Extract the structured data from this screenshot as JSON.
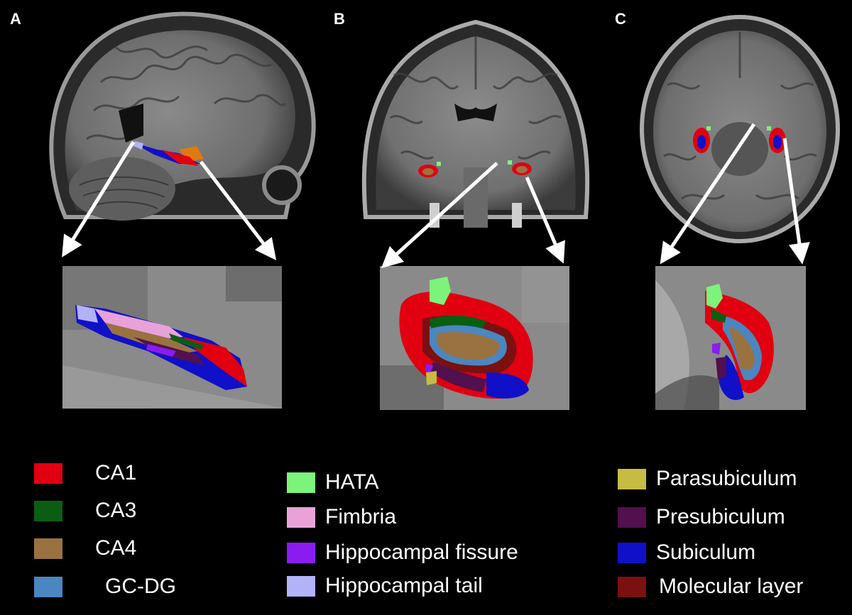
{
  "panels": [
    {
      "letter": "A",
      "view": "sagittal"
    },
    {
      "letter": "B",
      "view": "coronal"
    },
    {
      "letter": "C",
      "view": "axial"
    }
  ],
  "legend": [
    {
      "label": "CA1",
      "color": "#e00010"
    },
    {
      "label": "CA3",
      "color": "#0a5e12"
    },
    {
      "label": "CA4",
      "color": "#9a7240"
    },
    {
      "label": "GC-DG",
      "color": "#4a86c0"
    },
    {
      "label": "HATA",
      "color": "#7cf37a"
    },
    {
      "label": "Fimbria",
      "color": "#e8a2d8"
    },
    {
      "label": "Hippocampal fissure",
      "color": "#8a1cf0"
    },
    {
      "label": "Hippocampal tail",
      "color": "#b2b2f8"
    },
    {
      "label": "Parasubiculum",
      "color": "#c6bc44"
    },
    {
      "label": "Presubiculum",
      "color": "#52104e"
    },
    {
      "label": "Subiculum",
      "color": "#1010c8"
    },
    {
      "label": "Molecular layer",
      "color": "#7a1010"
    }
  ]
}
